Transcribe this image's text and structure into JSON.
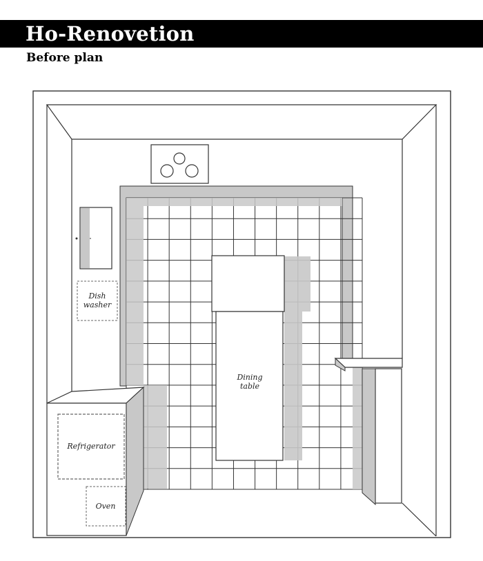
{
  "header": {
    "title": "Ho-Renovetion",
    "subtitle": "Before plan"
  },
  "plan": {
    "labels": {
      "dishwasher_line1": "Dish",
      "dishwasher_line2": "washer",
      "dining_line1": "Dining",
      "dining_line2": "table",
      "refrigerator": "Refrigerator",
      "oven": "Oven"
    },
    "floor_grid": {
      "columns": 11,
      "rows": 14
    },
    "cooktop_burners": 3,
    "colors": {
      "line": "#333333",
      "shade": "#c8c8c8",
      "background": "#ffffff",
      "title_bar": "#000000"
    }
  }
}
